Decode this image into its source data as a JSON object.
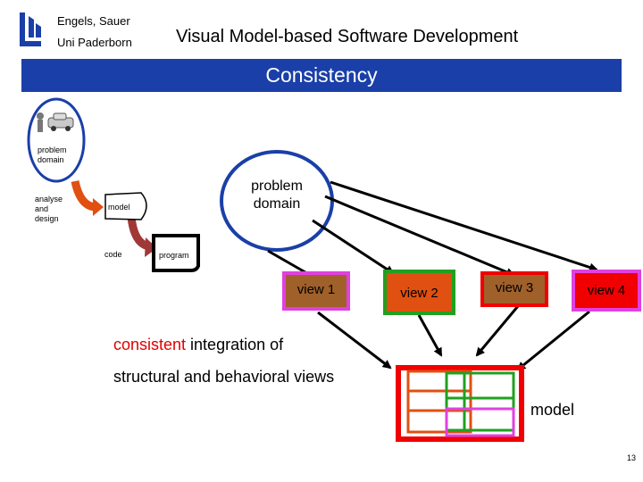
{
  "header": {
    "authors": "Engels, Sauer",
    "institution": "Uni Paderborn",
    "title": "Visual Model-based Software Development"
  },
  "banner": {
    "title": "Consistency"
  },
  "left_diagram": {
    "problem_domain": "problem domain",
    "analyse": "analyse and design",
    "model": "model",
    "code": "code",
    "program": "program"
  },
  "main_diagram": {
    "problem_domain": "problem domain",
    "views": [
      {
        "label": "view 1",
        "color": "#e040e0"
      },
      {
        "label": "view 2",
        "color": "#e05010"
      },
      {
        "label": "view 3",
        "color": "#20a020"
      },
      {
        "label": "view 4",
        "color": "#f00000"
      }
    ],
    "caption_line1_highlight": "consistent",
    "caption_line1_rest": " integration of",
    "caption_line2": "structural and behavioral views",
    "model_label": "model"
  },
  "footer": {
    "page_number": "13"
  },
  "colors": {
    "banner": "#1a3fa8",
    "ellipse_border": "#1a3fa8",
    "view_fill": "#a0602a",
    "highlight": "#e00000"
  }
}
